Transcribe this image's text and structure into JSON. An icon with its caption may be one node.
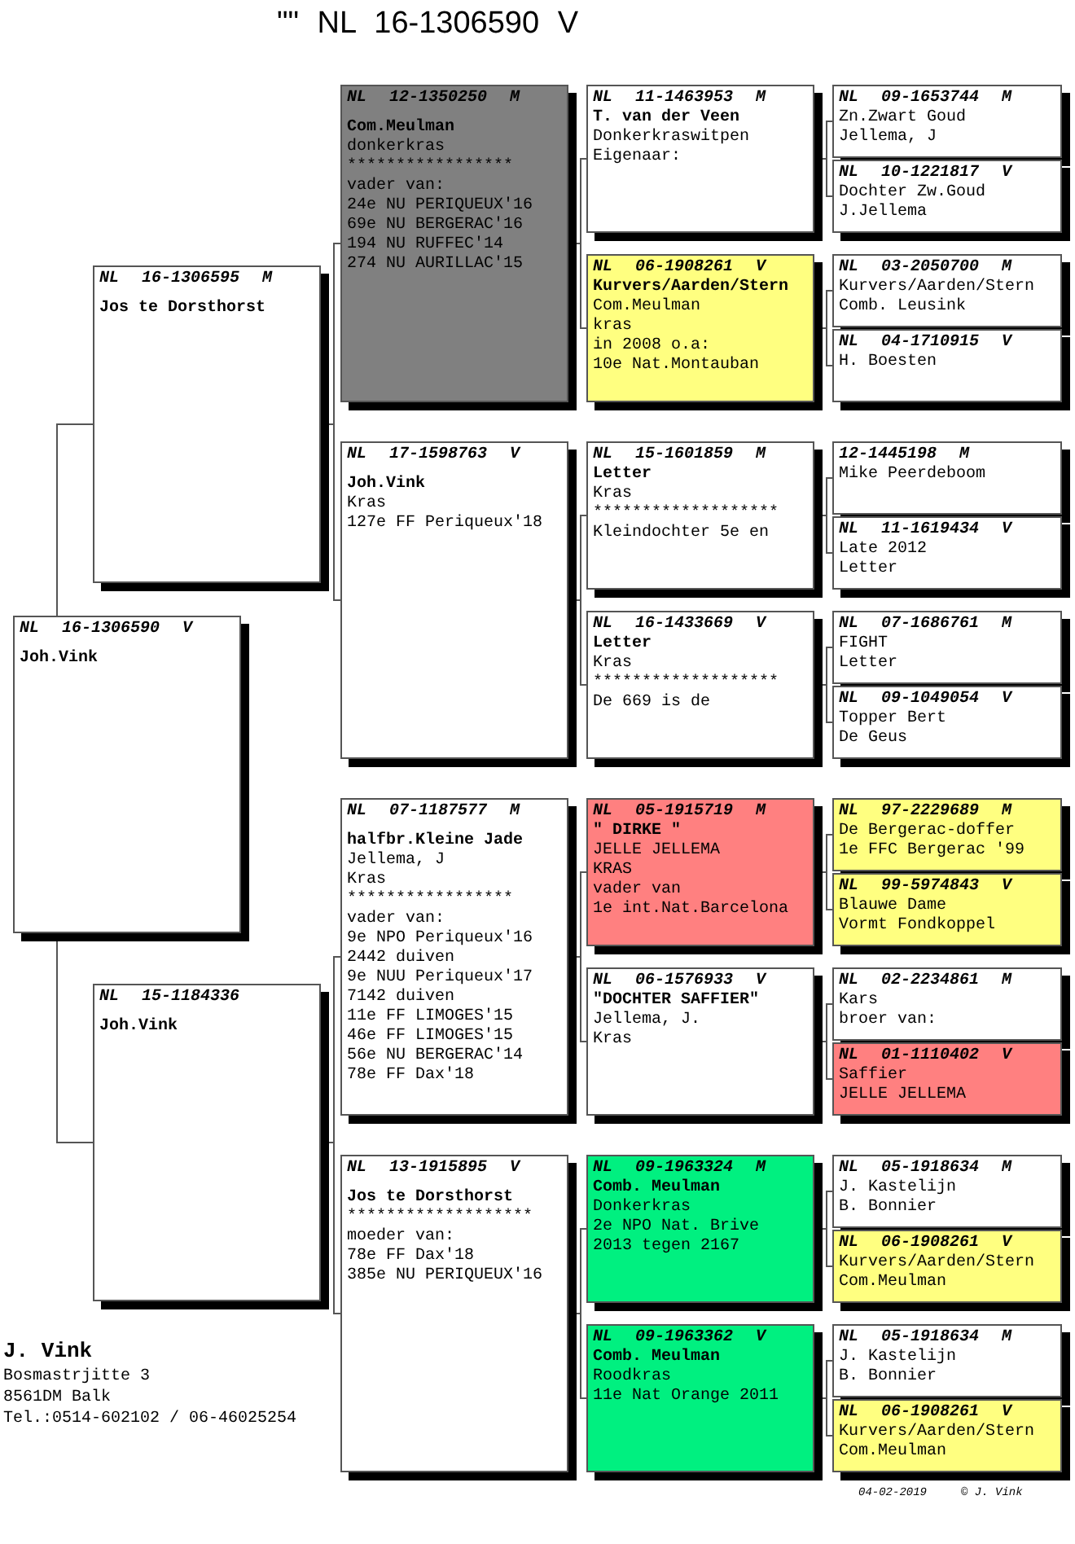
{
  "diagram": {
    "title": "\"\" NL 16-1306590 V",
    "nodes": [
      {
        "text": [
          "NL 16-1306590 V",
          "Joh.Vink"
        ]
      },
      {
        "text": [
          "NL 16-1306595 M",
          "Jos te Dorsthorst"
        ]
      },
      {
        "text": [
          "NL 15-1184336",
          "Joh.Vink"
        ]
      },
      {
        "text": [
          "NL 12-1350250 M",
          "Com.Meulman",
          "donkerkras",
          "*****************",
          "vader van:",
          "24e NU PERIQUEUX'16",
          "69e NU BERGERAC'16",
          "194 NU RUFFEC'14",
          "274 NU AURILLAC'15"
        ]
      },
      {
        "text": [
          "NL 17-1598763 V",
          "Joh.Vink",
          "Kras",
          "127e FF Periqueux'18"
        ]
      },
      {
        "text": [
          "NL 07-1187577 M",
          "halfbr.Kleine Jade",
          "Jellema, J",
          "Kras",
          "*****************",
          "vader van:",
          "9e NPO Periqueux'16",
          "2442 duiven",
          "9e NUU Periqueux'17",
          "7142 duiven",
          "11e FF LIMOGES'15",
          "46e FF LIMOGES'15",
          "56e NU BERGERAC'14",
          "78e FF Dax'18"
        ]
      },
      {
        "text": [
          "NL 13-1915895 V",
          "Jos te Dorsthorst",
          "*******************",
          "moeder van:",
          "78e FF Dax'18",
          "385e NU PERIQUEUX'16"
        ]
      },
      {
        "text": [
          "NL 11-1463953 M",
          "T. van der Veen",
          "Donkerkraswitpen",
          "Eigenaar:"
        ]
      },
      {
        "text": [
          "NL 06-1908261 V",
          "Kurvers/Aarden/Stern",
          "Com.Meulman",
          "kras",
          "in 2008 o.a:",
          "10e Nat.Montauban"
        ]
      },
      {
        "text": [
          "NL 15-1601859 M",
          "Letter",
          "Kras",
          "*******************",
          "Kleindochter 5e en"
        ]
      },
      {
        "text": [
          "NL 16-1433669 V",
          "Letter",
          "Kras",
          "*******************",
          "De 669 is de"
        ]
      },
      {
        "text": [
          "NL 05-1915719 M",
          "\" DIRKE \"",
          "JELLE JELLEMA",
          "KRAS",
          "vader van",
          "1e int.Nat.Barcelona"
        ]
      },
      {
        "text": [
          "NL 06-1576933 V",
          "\"DOCHTER SAFFIER\"",
          "Jellema, J.",
          "Kras"
        ]
      },
      {
        "text": [
          "NL 09-1963324 M",
          "Comb. Meulman",
          "Donkerkras",
          "2e NPO Nat. Brive",
          "2013 tegen 2167"
        ]
      },
      {
        "text": [
          "NL 09-1963362 V",
          "Comb. Meulman",
          "Roodkras",
          "11e Nat Orange 2011"
        ]
      },
      {
        "text": [
          "NL 09-1653744 M",
          "Zn.Zwart Goud",
          "Jellema, J"
        ]
      },
      {
        "text": [
          "NL 10-1221817 V",
          "Dochter Zw.Goud",
          "J.Jellema"
        ]
      },
      {
        "text": [
          "NL 03-2050700 M",
          "Kurvers/Aarden/Stern",
          "Comb. Leusink"
        ]
      },
      {
        "text": [
          "NL 04-1710915 V",
          "H. Boesten"
        ]
      },
      {
        "text": [
          "12-1445198 M",
          "Mike Peerdeboom"
        ]
      },
      {
        "text": [
          "NL 11-1619434 V",
          "Late 2012",
          "Letter"
        ]
      },
      {
        "text": [
          "NL 07-1686761 M",
          "FIGHT",
          "Letter"
        ]
      },
      {
        "text": [
          "NL 09-1049054 V",
          "Topper Bert",
          "De Geus"
        ]
      },
      {
        "text": [
          "NL 97-2229689 M",
          "De Bergerac-doffer",
          "1e FFC Bergerac '99"
        ]
      },
      {
        "text": [
          "NL 99-5974843 V",
          "Blauwe Dame",
          "Vormt Fondkoppel"
        ]
      },
      {
        "text": [
          "NL 02-2234861 M",
          "Kars",
          "broer van:"
        ]
      },
      {
        "text": [
          "NL 01-1110402 V",
          "Saffier",
          "JELLE JELLEMA"
        ]
      },
      {
        "text": [
          "NL 05-1918634 M",
          "J. Kastelijn",
          "B. Bonnier"
        ]
      },
      {
        "text": [
          "NL 06-1908261 V",
          "Kurvers/Aarden/Stern",
          "Com.Meulman"
        ]
      },
      {
        "text": [
          "NL 05-1918634 M",
          "J. Kastelijn",
          "B. Bonnier"
        ]
      },
      {
        "text": [
          "NL 06-1908261 V",
          "Kurvers/Aarden/Stern",
          "Com.Meulman"
        ]
      }
    ],
    "edges": [
      {
        "from": 0,
        "to": 1,
        "arrow": "none"
      },
      {
        "from": 0,
        "to": 2,
        "arrow": "none"
      },
      {
        "from": 1,
        "to": 3,
        "arrow": "none"
      },
      {
        "from": 1,
        "to": 4,
        "arrow": "none"
      },
      {
        "from": 2,
        "to": 5,
        "arrow": "none"
      },
      {
        "from": 2,
        "to": 6,
        "arrow": "none"
      },
      {
        "from": 3,
        "to": 7,
        "arrow": "none"
      },
      {
        "from": 3,
        "to": 8,
        "arrow": "none"
      },
      {
        "from": 4,
        "to": 9,
        "arrow": "none"
      },
      {
        "from": 4,
        "to": 10,
        "arrow": "none"
      },
      {
        "from": 5,
        "to": 11,
        "arrow": "none"
      },
      {
        "from": 5,
        "to": 12,
        "arrow": "none"
      },
      {
        "from": 6,
        "to": 13,
        "arrow": "none"
      },
      {
        "from": 6,
        "to": 14,
        "arrow": "none"
      },
      {
        "from": 7,
        "to": 15,
        "arrow": "none"
      },
      {
        "from": 7,
        "to": 16,
        "arrow": "none"
      },
      {
        "from": 8,
        "to": 17,
        "arrow": "none"
      },
      {
        "from": 8,
        "to": 18,
        "arrow": "none"
      },
      {
        "from": 9,
        "to": 19,
        "arrow": "none"
      },
      {
        "from": 9,
        "to": 20,
        "arrow": "none"
      },
      {
        "from": 10,
        "to": 21,
        "arrow": "none"
      },
      {
        "from": 10,
        "to": 22,
        "arrow": "none"
      },
      {
        "from": 11,
        "to": 23,
        "arrow": "none"
      },
      {
        "from": 11,
        "to": 24,
        "arrow": "none"
      },
      {
        "from": 12,
        "to": 25,
        "arrow": "none"
      },
      {
        "from": 12,
        "to": 26,
        "arrow": "none"
      },
      {
        "from": 13,
        "to": 27,
        "arrow": "none"
      },
      {
        "from": 13,
        "to": 28,
        "arrow": "none"
      },
      {
        "from": 14,
        "to": 29,
        "arrow": "none"
      },
      {
        "from": 14,
        "to": 30,
        "arrow": "none"
      }
    ],
    "labels": [
      "J. Vink",
      "Bosmastrjitte 3",
      "8561DM Balk",
      "Tel.:0514-602102 / 06-46025254",
      "04-02-2019",
      "© J. Vink"
    ]
  }
}
